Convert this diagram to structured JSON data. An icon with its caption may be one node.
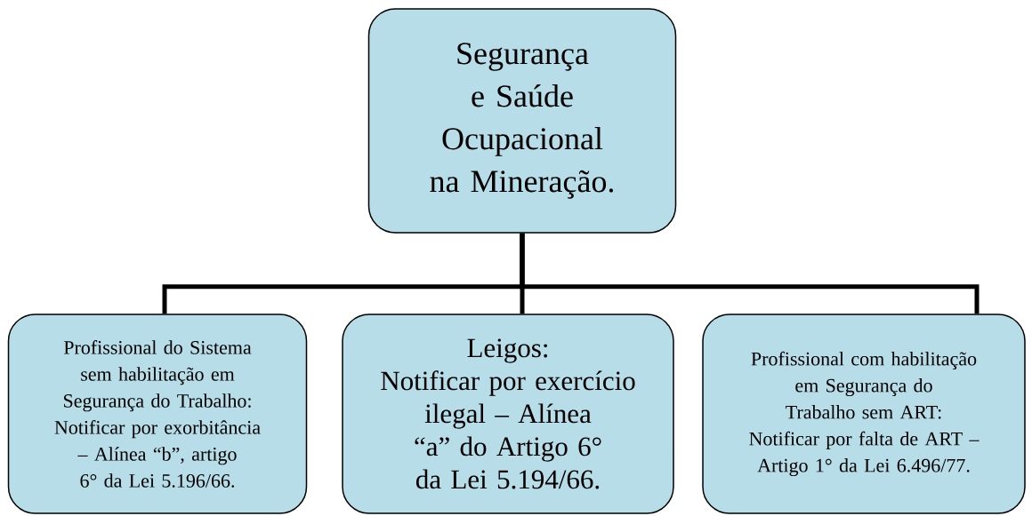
{
  "diagram": {
    "nodes": [
      {
        "text": [
          "Segurança e Saúde Ocupacional na Mineração."
        ]
      },
      {
        "text": [
          "Profissional do Sistema sem habilitação em Segurança do Trabalho:",
          "Notificar por exorbitância – Alínea “b”, artigo 6° da Lei 5.196/66."
        ]
      },
      {
        "text": [
          "Leigos:",
          "Notificar por exercício ilegal – Alínea “a” do Artigo 6° da Lei 5.194/66."
        ]
      },
      {
        "text": [
          "Profissional com habilitação em Segurança do Trabalho sem ART:",
          "Notificar por falta de ART – Artigo 1° da Lei 6.496/77."
        ]
      }
    ],
    "edges": [
      {
        "from": 0,
        "to": 1,
        "arrow": "none"
      },
      {
        "from": 0,
        "to": 2,
        "arrow": "none"
      },
      {
        "from": 0,
        "to": 3,
        "arrow": "none"
      }
    ]
  }
}
